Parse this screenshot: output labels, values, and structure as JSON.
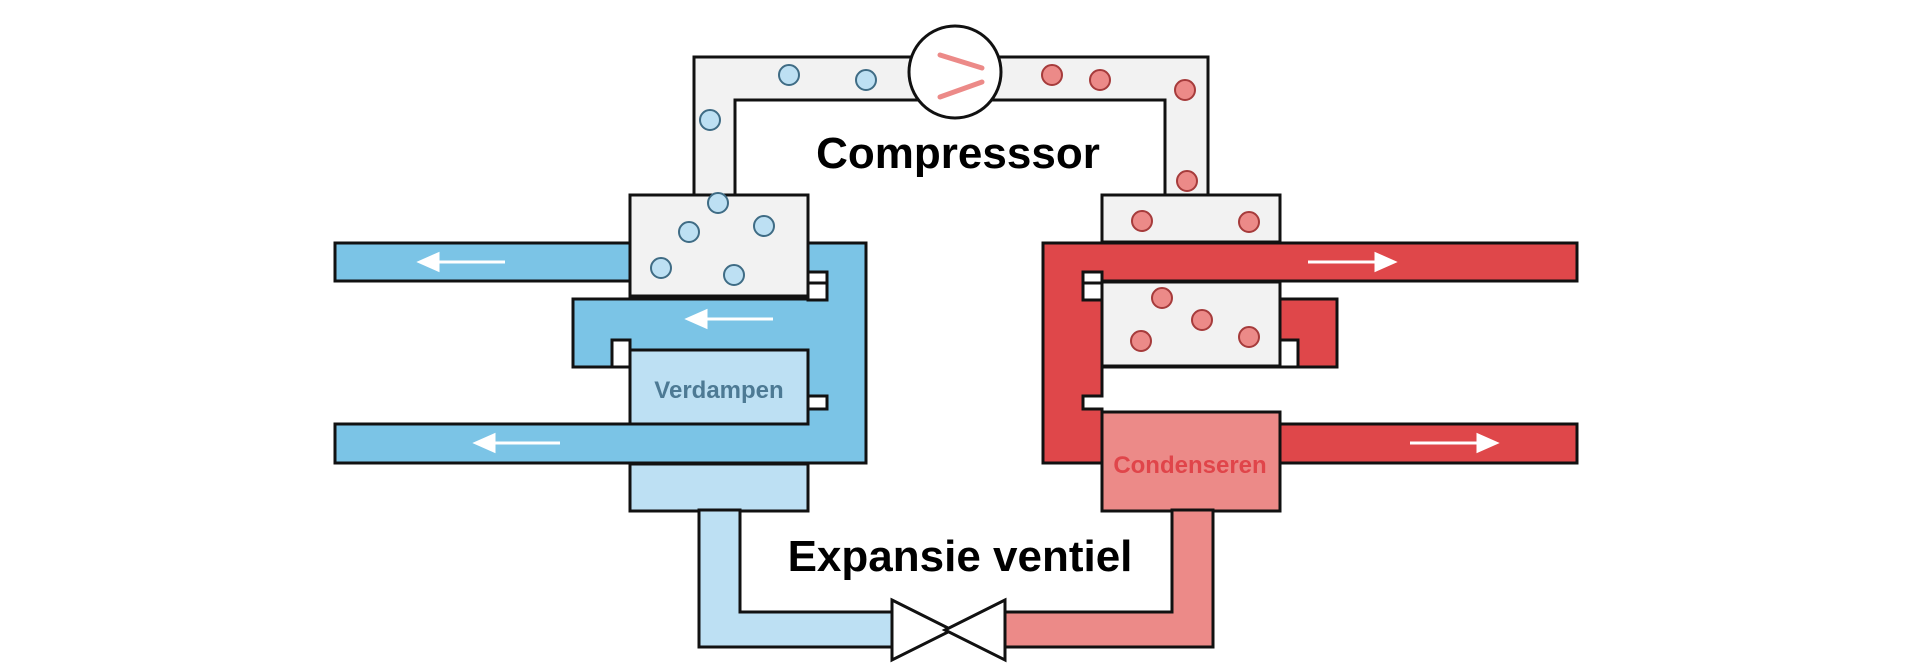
{
  "labels": {
    "compressor": "Compresssor",
    "expansion": "Expansie ventiel",
    "evaporator": "Verdampen",
    "condenser": "Condenseren"
  },
  "colors": {
    "cold_fluid": "#7bc4e6",
    "cold_refrigerant": "#bde0f3",
    "hot_fluid": "#df474a",
    "hot_refrigerant": "#ec8a88",
    "gas_box": "#f2f2f2",
    "outline": "#111111"
  },
  "icons": {
    "compressor": "compressor-pump-icon",
    "valve": "expansion-valve-icon",
    "flow": "flow-arrow-icon"
  }
}
